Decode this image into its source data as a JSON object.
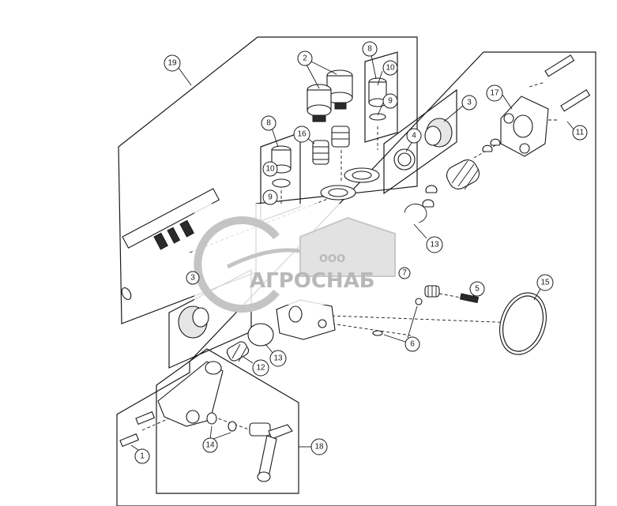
{
  "callouts": {
    "c19": "19",
    "c2": "2",
    "c8a": "8",
    "c10a": "10",
    "c9a": "9",
    "c3a": "3",
    "c17": "17",
    "c11a": "11",
    "c8b": "8",
    "c16": "16",
    "c4": "4",
    "c10b": "10",
    "c9b": "9",
    "c13a": "13",
    "c7": "7",
    "c5": "5",
    "c15": "15",
    "c3b": "3",
    "c6": "6",
    "c13b": "13",
    "c12": "12",
    "c14": "14",
    "c18": "18",
    "c1": "1"
  },
  "watermark": {
    "company_prefix": "ООО",
    "company_name": "АГРОСНАБ"
  },
  "colors": {
    "line": "#1a1a1a",
    "watermark": "#b8b8b8",
    "background": "#ffffff"
  }
}
